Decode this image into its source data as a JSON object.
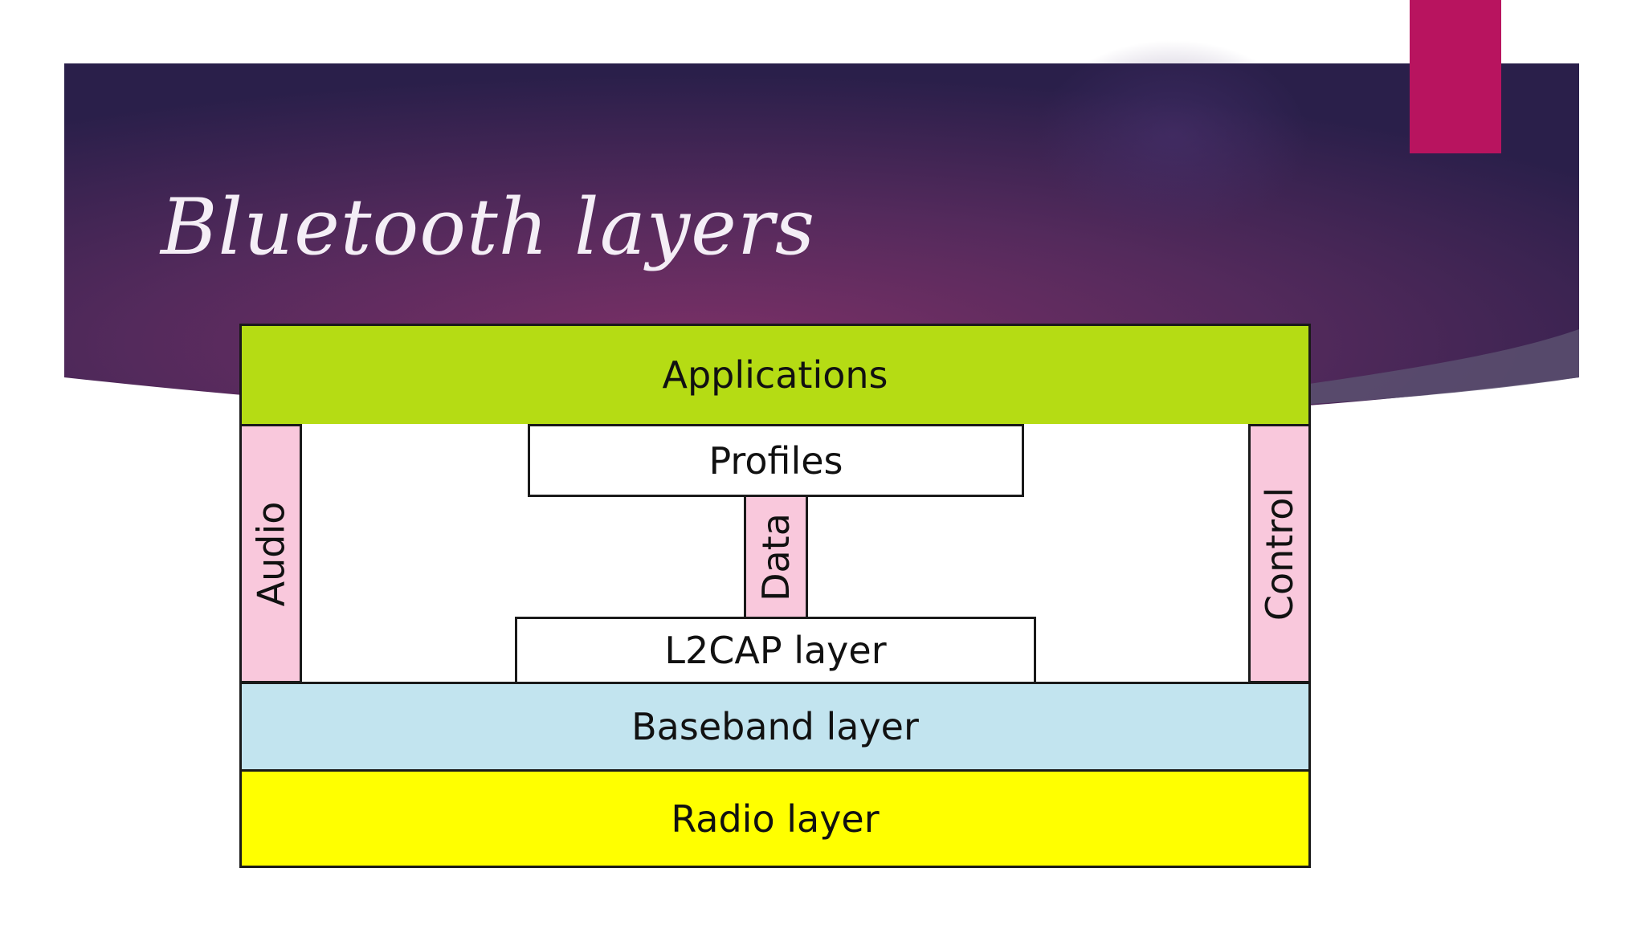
{
  "slide": {
    "title": "Bluetooth layers"
  },
  "diagram": {
    "layers": {
      "applications": "Applications",
      "profiles": "Profiles",
      "audio": "Audio",
      "data": "Data",
      "control": "Control",
      "l2cap": "L2CAP layer",
      "baseband": "Baseband layer",
      "radio": "Radio layer"
    }
  },
  "colors": {
    "banner_dark": "#2c1f4c",
    "banner_mid": "#6e2d62",
    "accent_tab": "#b8145f",
    "applications": "#b5dc14",
    "side_channel": "#f9c8dc",
    "baseband": "#c2e4ef",
    "radio": "#ffff00",
    "box_white": "#ffffff"
  }
}
